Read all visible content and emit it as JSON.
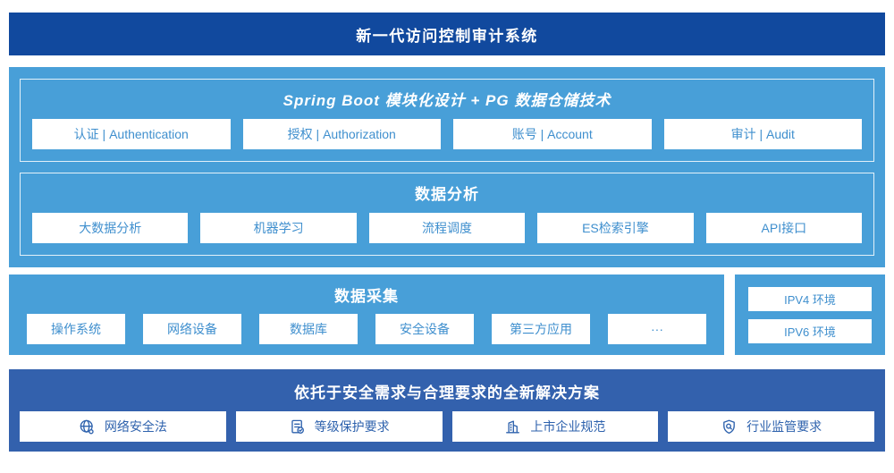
{
  "colors": {
    "banner_bg": "#11499e",
    "mid_bg": "#489fd8",
    "bottom_bg": "#3361ad",
    "box_text": "#3f8fce",
    "bottom_text": "#2e62ad"
  },
  "banner": {
    "title": "新一代访问控制审计系统"
  },
  "platform": {
    "modules_panel": {
      "title": "Spring Boot 模块化设计 + PG 数据仓储技术",
      "items": [
        {
          "label": "认证 | Authentication"
        },
        {
          "label": "授权 | Authorization"
        },
        {
          "label": "账号 | Account"
        },
        {
          "label": "审计 | Audit"
        }
      ]
    },
    "analysis_panel": {
      "title": "数据分析",
      "items": [
        {
          "label": "大数据分析"
        },
        {
          "label": "机器学习"
        },
        {
          "label": "流程调度"
        },
        {
          "label": "ES检索引擎"
        },
        {
          "label": "API接口"
        }
      ]
    }
  },
  "collection": {
    "title": "数据采集",
    "items": [
      {
        "label": "操作系统"
      },
      {
        "label": "网络设备"
      },
      {
        "label": "数据库"
      },
      {
        "label": "安全设备"
      },
      {
        "label": "第三方应用"
      },
      {
        "label": "···"
      }
    ],
    "env_panel": {
      "items": [
        {
          "label": "IPV4 环境"
        },
        {
          "label": "IPV6 环境"
        }
      ]
    }
  },
  "solution": {
    "title": "依托于安全需求与合理要求的全新解决方案",
    "items": [
      {
        "icon": "globe-icon",
        "label": "网络安全法"
      },
      {
        "icon": "document-check-icon",
        "label": "等级保护要求"
      },
      {
        "icon": "building-icon",
        "label": "上市企业规范"
      },
      {
        "icon": "shield-search-icon",
        "label": "行业监管要求"
      }
    ]
  }
}
